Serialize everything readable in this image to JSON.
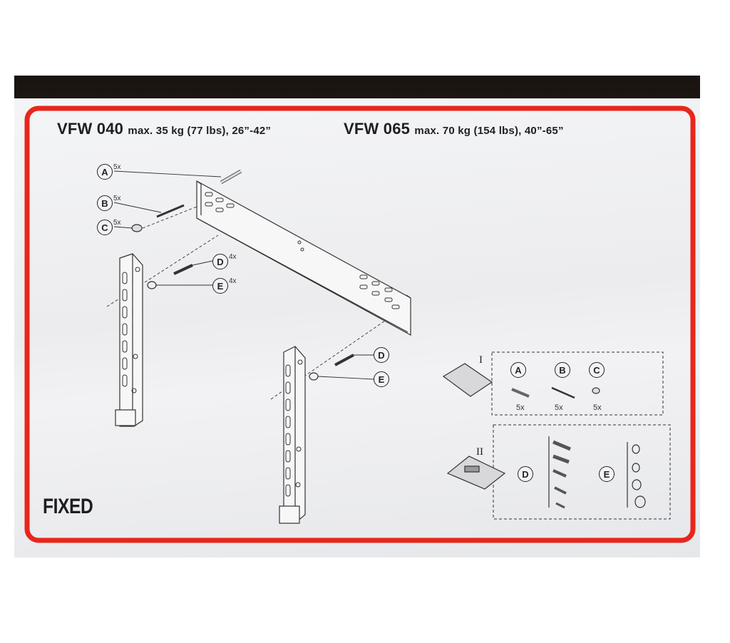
{
  "header": {
    "model1": "VFW 040",
    "spec1": "max. 35 kg (77 lbs), 26”-42”",
    "model2": "VFW 065",
    "spec2": "max. 70 kg (154 lbs), 40”-65”"
  },
  "footer_label": "FIXED",
  "parts_callouts": [
    {
      "letter": "A",
      "qty": "5x"
    },
    {
      "letter": "B",
      "qty": "5x"
    },
    {
      "letter": "C",
      "qty": "5x"
    },
    {
      "letter": "D",
      "qty": "4x"
    },
    {
      "letter": "E",
      "qty": "4x"
    },
    {
      "letter": "D",
      "qty": ""
    },
    {
      "letter": "E",
      "qty": ""
    }
  ],
  "bags": [
    {
      "numeral": "I",
      "items": [
        {
          "letter": "A",
          "qty": "5x"
        },
        {
          "letter": "B",
          "qty": "5x"
        },
        {
          "letter": "C",
          "qty": "5x"
        }
      ]
    },
    {
      "numeral": "II",
      "items": [
        {
          "letter": "D"
        },
        {
          "letter": "E"
        }
      ]
    }
  ],
  "colors": {
    "frame_red": "#e8261c",
    "line": "#333333",
    "paper": "#efeff1"
  }
}
